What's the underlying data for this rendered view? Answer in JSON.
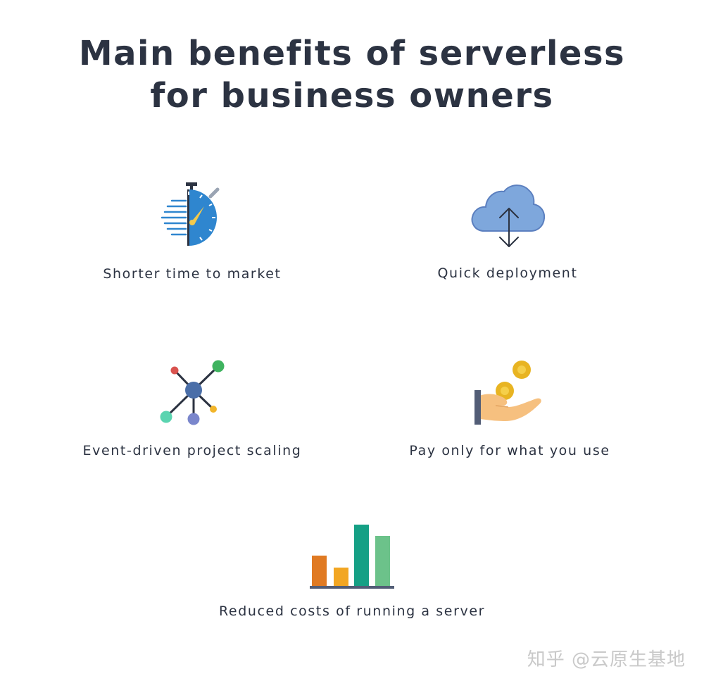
{
  "title": {
    "line1": "Main benefits of serverless",
    "line2": "for business owners"
  },
  "benefits": [
    {
      "label": "Shorter time to market",
      "icon": "stopwatch-icon"
    },
    {
      "label": "Quick deployment",
      "icon": "cloud-upload-download-icon"
    },
    {
      "label": "Event-driven project scaling",
      "icon": "network-nodes-icon"
    },
    {
      "label": "Pay only for what you use",
      "icon": "hand-coins-icon"
    },
    {
      "label": "Reduced costs of running a server",
      "icon": "bar-chart-icon"
    }
  ],
  "watermark": "知乎 @云原生基地",
  "colors": {
    "title": "#2c3342",
    "stopwatch_blue": "#2f86cf",
    "cloud_fill": "#7ea7dc",
    "cloud_stroke": "#5b7fbf",
    "node_center": "#4a6ea8",
    "coin": "#e8b422",
    "hand": "#f6c07f",
    "bar_orange": "#e07a23",
    "bar_yellow": "#f2a623",
    "bar_teal": "#15a085",
    "bar_green": "#6cc28a"
  }
}
